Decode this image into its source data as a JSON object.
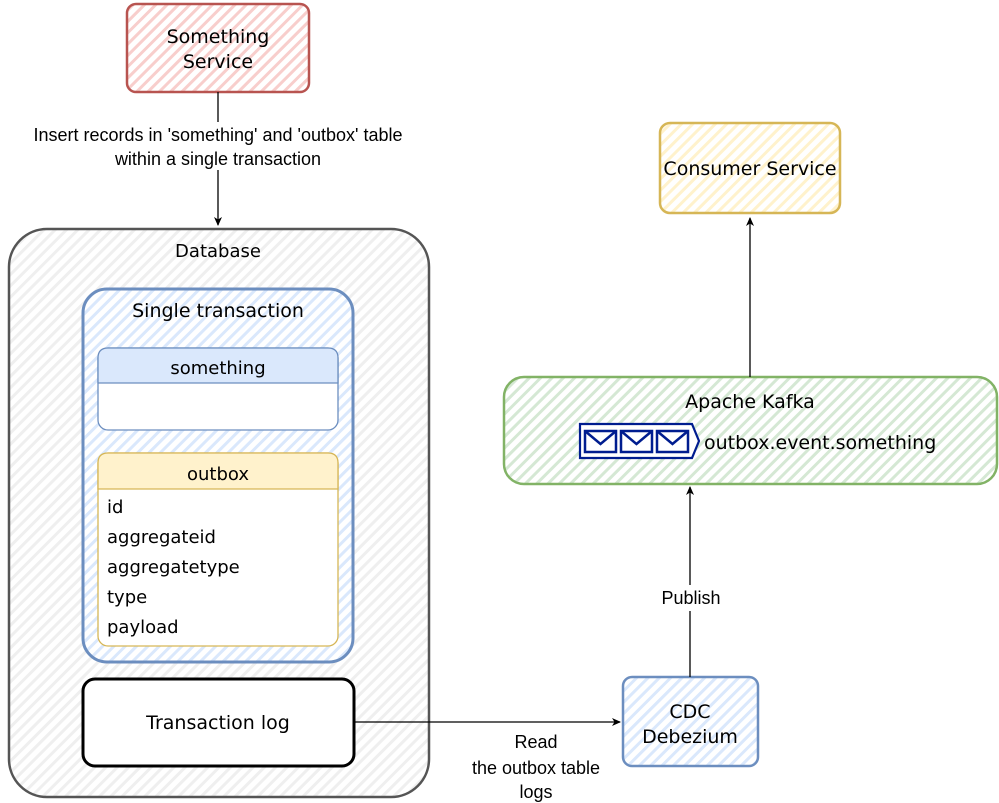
{
  "nodes": {
    "something_service": [
      "Something",
      "Service"
    ],
    "consumer_service": "Consumer Service",
    "database": "Database",
    "single_transaction": "Single transaction",
    "something_table": {
      "title": "something",
      "fields": []
    },
    "outbox_table": {
      "title": "outbox",
      "fields": [
        "id",
        "aggregateid",
        "aggregatetype",
        "type",
        "payload"
      ]
    },
    "transaction_log": "Transaction log",
    "kafka": "Apache Kafka",
    "kafka_topic": "outbox.event.something",
    "cdc": [
      "CDC",
      "Debezium"
    ]
  },
  "edges": {
    "insert_label": [
      "Insert records in 'something' and 'outbox' table",
      "within a single transaction"
    ],
    "read_label": [
      "Read",
      "the outbox table",
      "logs"
    ],
    "publish_label": "Publish"
  },
  "colors": {
    "red_stroke": "#b85450",
    "red_fill": "#f8cecc",
    "yellow_stroke": "#d6b656",
    "yellow_fill": "#fff2cc",
    "blue_stroke": "#6c8ebf",
    "blue_fill": "#dae8fc",
    "green_stroke": "#82b366",
    "green_fill": "#d5e8d4",
    "gray_stroke": "#666666",
    "gray_fill": "#f5f5f5",
    "topic_blue": "#001d8f"
  }
}
